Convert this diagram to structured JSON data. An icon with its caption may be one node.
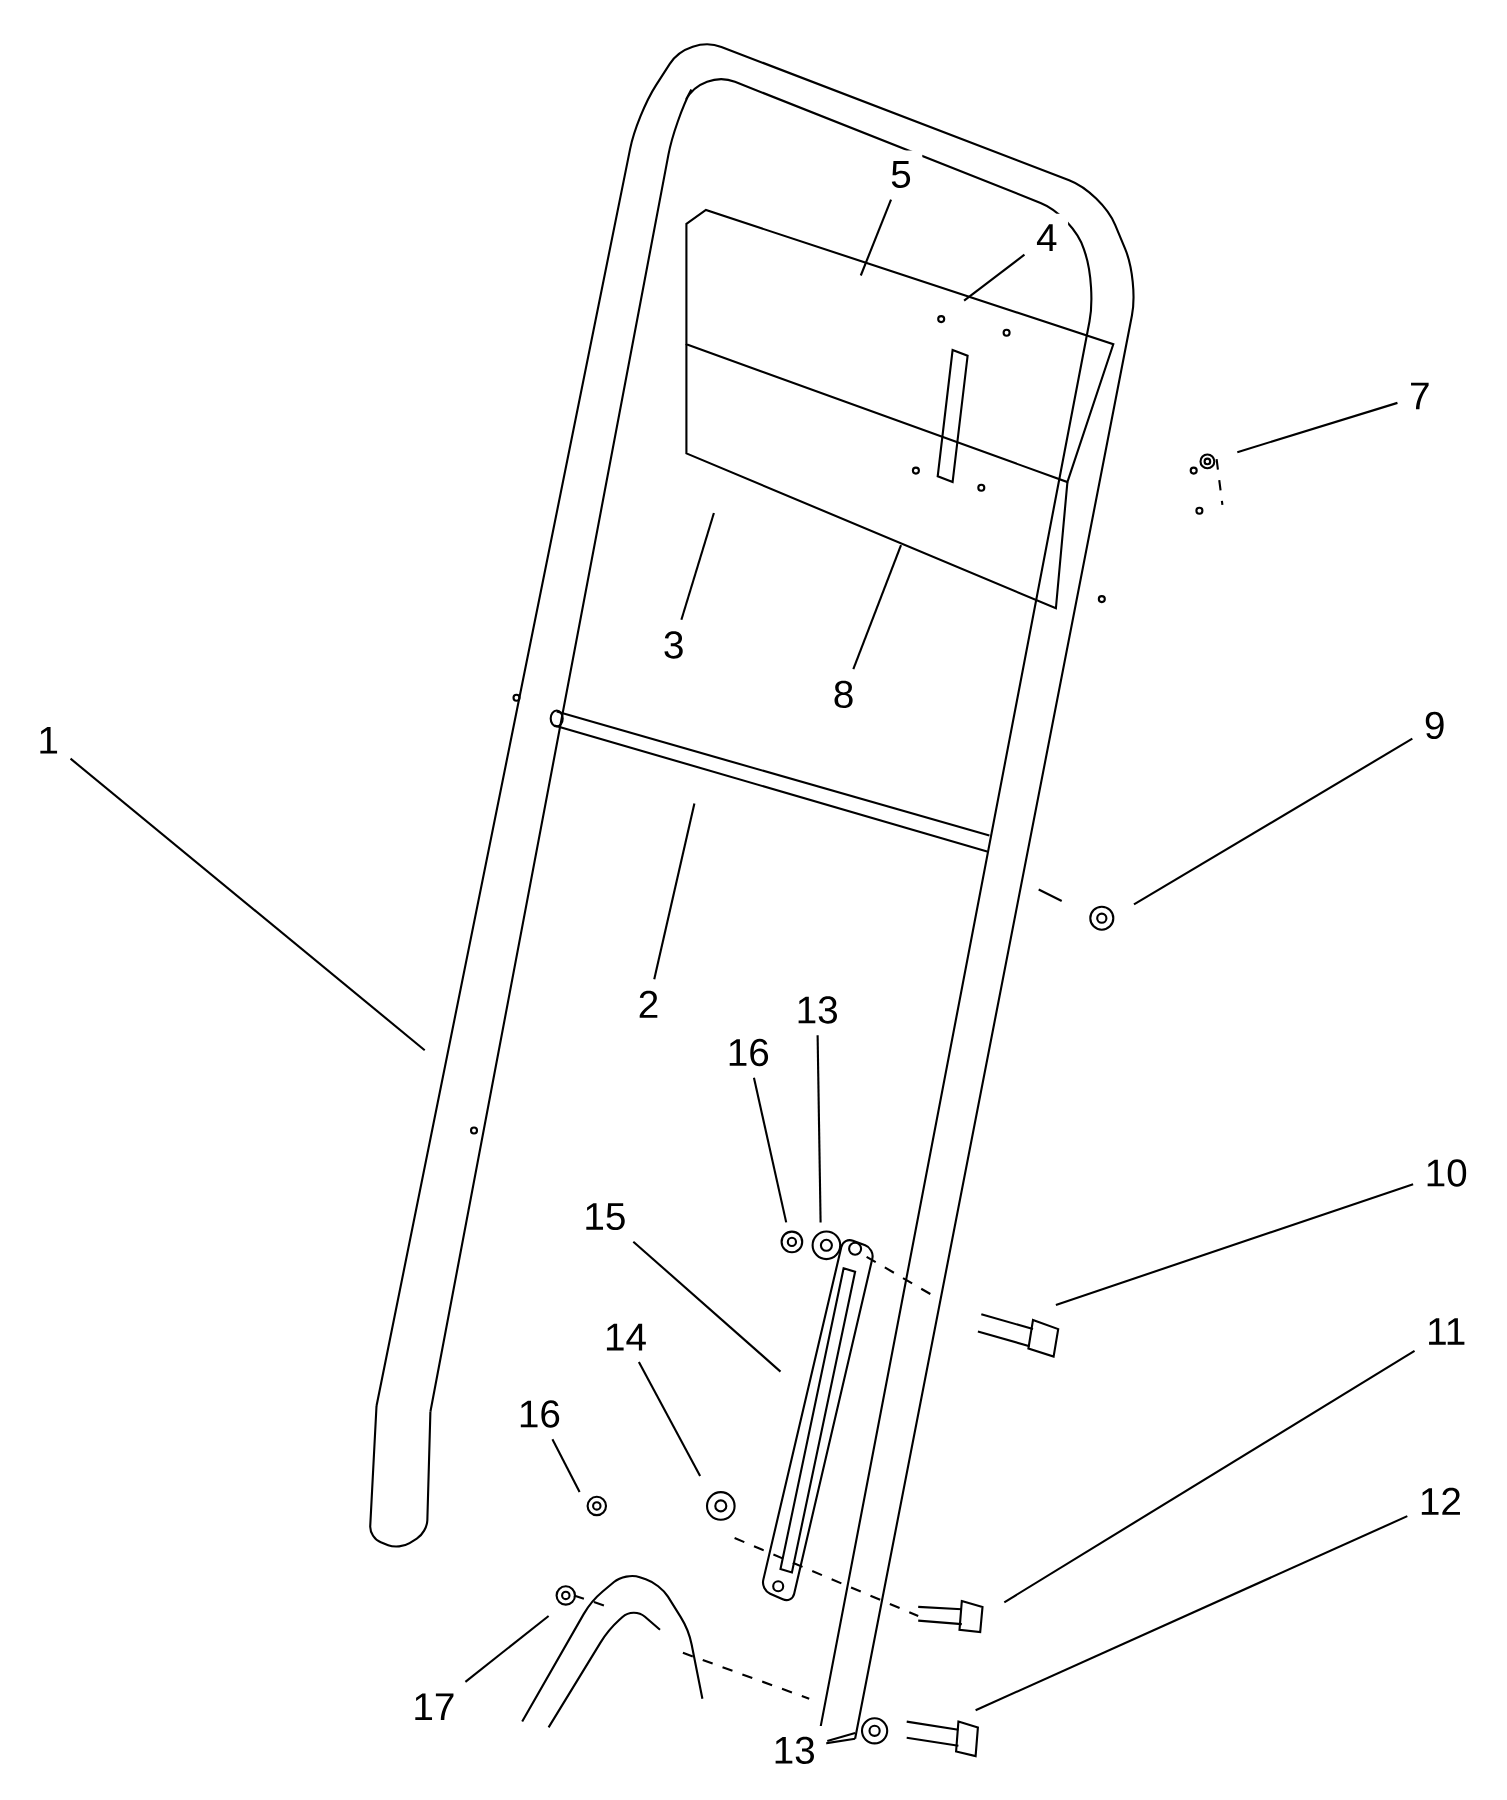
{
  "diagram": {
    "nodes": [
      {
        "text": [
          "5"
        ]
      },
      {
        "text": [
          "4"
        ]
      },
      {
        "text": [
          "7"
        ]
      },
      {
        "text": [
          "3"
        ]
      },
      {
        "text": [
          "8"
        ]
      },
      {
        "text": [
          "9"
        ]
      },
      {
        "text": [
          "1"
        ]
      },
      {
        "text": [
          "2"
        ]
      },
      {
        "text": [
          "13"
        ]
      },
      {
        "text": [
          "16"
        ]
      },
      {
        "text": [
          "10"
        ]
      },
      {
        "text": [
          "15"
        ]
      },
      {
        "text": [
          "11"
        ]
      },
      {
        "text": [
          "14"
        ]
      },
      {
        "text": [
          "16"
        ]
      },
      {
        "text": [
          "12"
        ]
      },
      {
        "text": [
          "17"
        ]
      },
      {
        "text": [
          "13"
        ]
      }
    ],
    "edges": [
      {
        "from": 0,
        "to": null,
        "arrow": "none"
      },
      {
        "from": 1,
        "to": null,
        "arrow": "none"
      },
      {
        "from": 2,
        "to": null,
        "arrow": "none"
      },
      {
        "from": 3,
        "to": null,
        "arrow": "none"
      },
      {
        "from": 4,
        "to": null,
        "arrow": "none"
      },
      {
        "from": 5,
        "to": null,
        "arrow": "none"
      },
      {
        "from": 6,
        "to": null,
        "arrow": "none"
      },
      {
        "from": 7,
        "to": null,
        "arrow": "none"
      },
      {
        "from": 8,
        "to": null,
        "arrow": "none"
      },
      {
        "from": 9,
        "to": null,
        "arrow": "none"
      },
      {
        "from": 10,
        "to": null,
        "arrow": "none"
      },
      {
        "from": 11,
        "to": null,
        "arrow": "none"
      },
      {
        "from": 12,
        "to": null,
        "arrow": "none"
      },
      {
        "from": 13,
        "to": null,
        "arrow": "none"
      },
      {
        "from": 14,
        "to": null,
        "arrow": "none"
      },
      {
        "from": 15,
        "to": null,
        "arrow": "none"
      },
      {
        "from": 16,
        "to": null,
        "arrow": "none"
      },
      {
        "from": 17,
        "to": null,
        "arrow": "none"
      }
    ]
  }
}
